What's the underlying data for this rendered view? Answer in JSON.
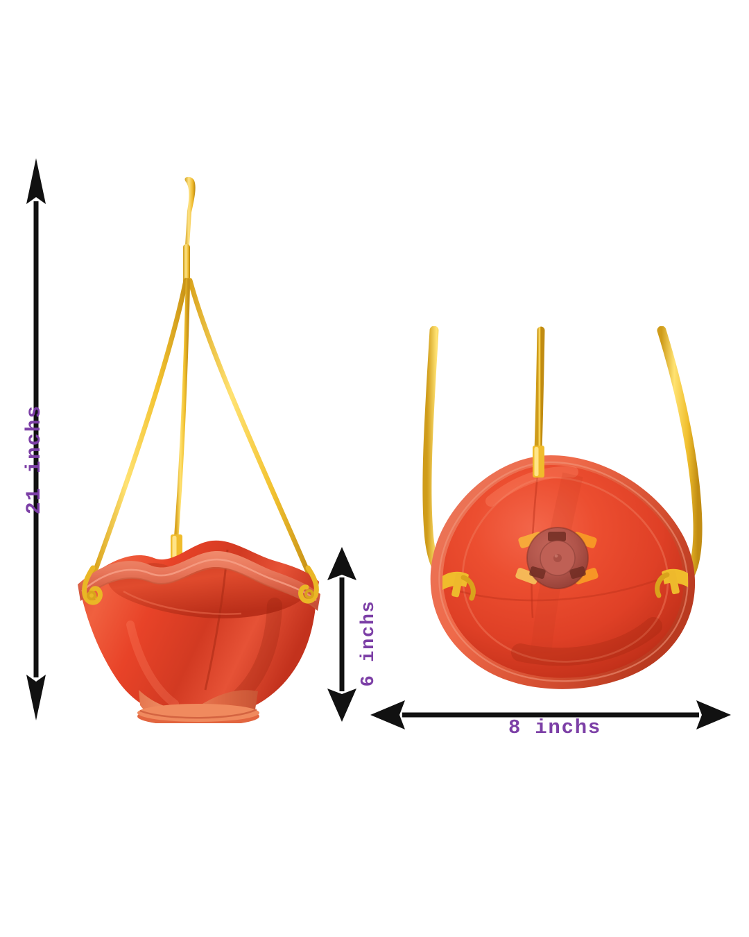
{
  "image": {
    "kind": "product-dimension-diagram",
    "background_color": "#ffffff",
    "subject": "hanging flower pot planter with yellow hanger straps"
  },
  "palette": {
    "label_purple": "#7c3fa6",
    "arrow_black": "#111111",
    "pot_red": "#e8452a",
    "pot_red_light": "#f4684a",
    "pot_rim_salmon": "#e8745c",
    "pot_shadow": "#b8301c",
    "hub_mauve": "#b8564c",
    "strap_yellow": "#f2c230",
    "strap_yellow_light": "#ffe06a",
    "strap_yellow_dark": "#d9a31c",
    "clip_orange": "#f79626"
  },
  "dimensions": {
    "height": {
      "value": "21 inchs",
      "orientation": "vertical",
      "side": "left",
      "measures": "total height including hanger"
    },
    "depth": {
      "value": "6 inchs",
      "orientation": "vertical",
      "side": "center-right",
      "measures": "pot bowl depth"
    },
    "width": {
      "value": "8 inchs",
      "orientation": "horizontal",
      "side": "bottom-right",
      "measures": "pot top diameter"
    }
  },
  "views": {
    "left": {
      "name": "side-view-planter",
      "description": "side elevation of hanging planter with three-cord hanger"
    },
    "right": {
      "name": "underside-view-planter",
      "description": "underside / bottom view of planter showing drain hub and three straps"
    }
  },
  "parts": {
    "hook": "top hanging hook",
    "straps": "three yellow plastic hanger cords",
    "rim_hook": "yellow clip hook on rim",
    "center_tab": "yellow center clip tab",
    "bowl": "red bowl body with wavy rim",
    "pedestal": "pedestal foot base",
    "drain_hub": "center drain hub with orange retaining clips"
  }
}
